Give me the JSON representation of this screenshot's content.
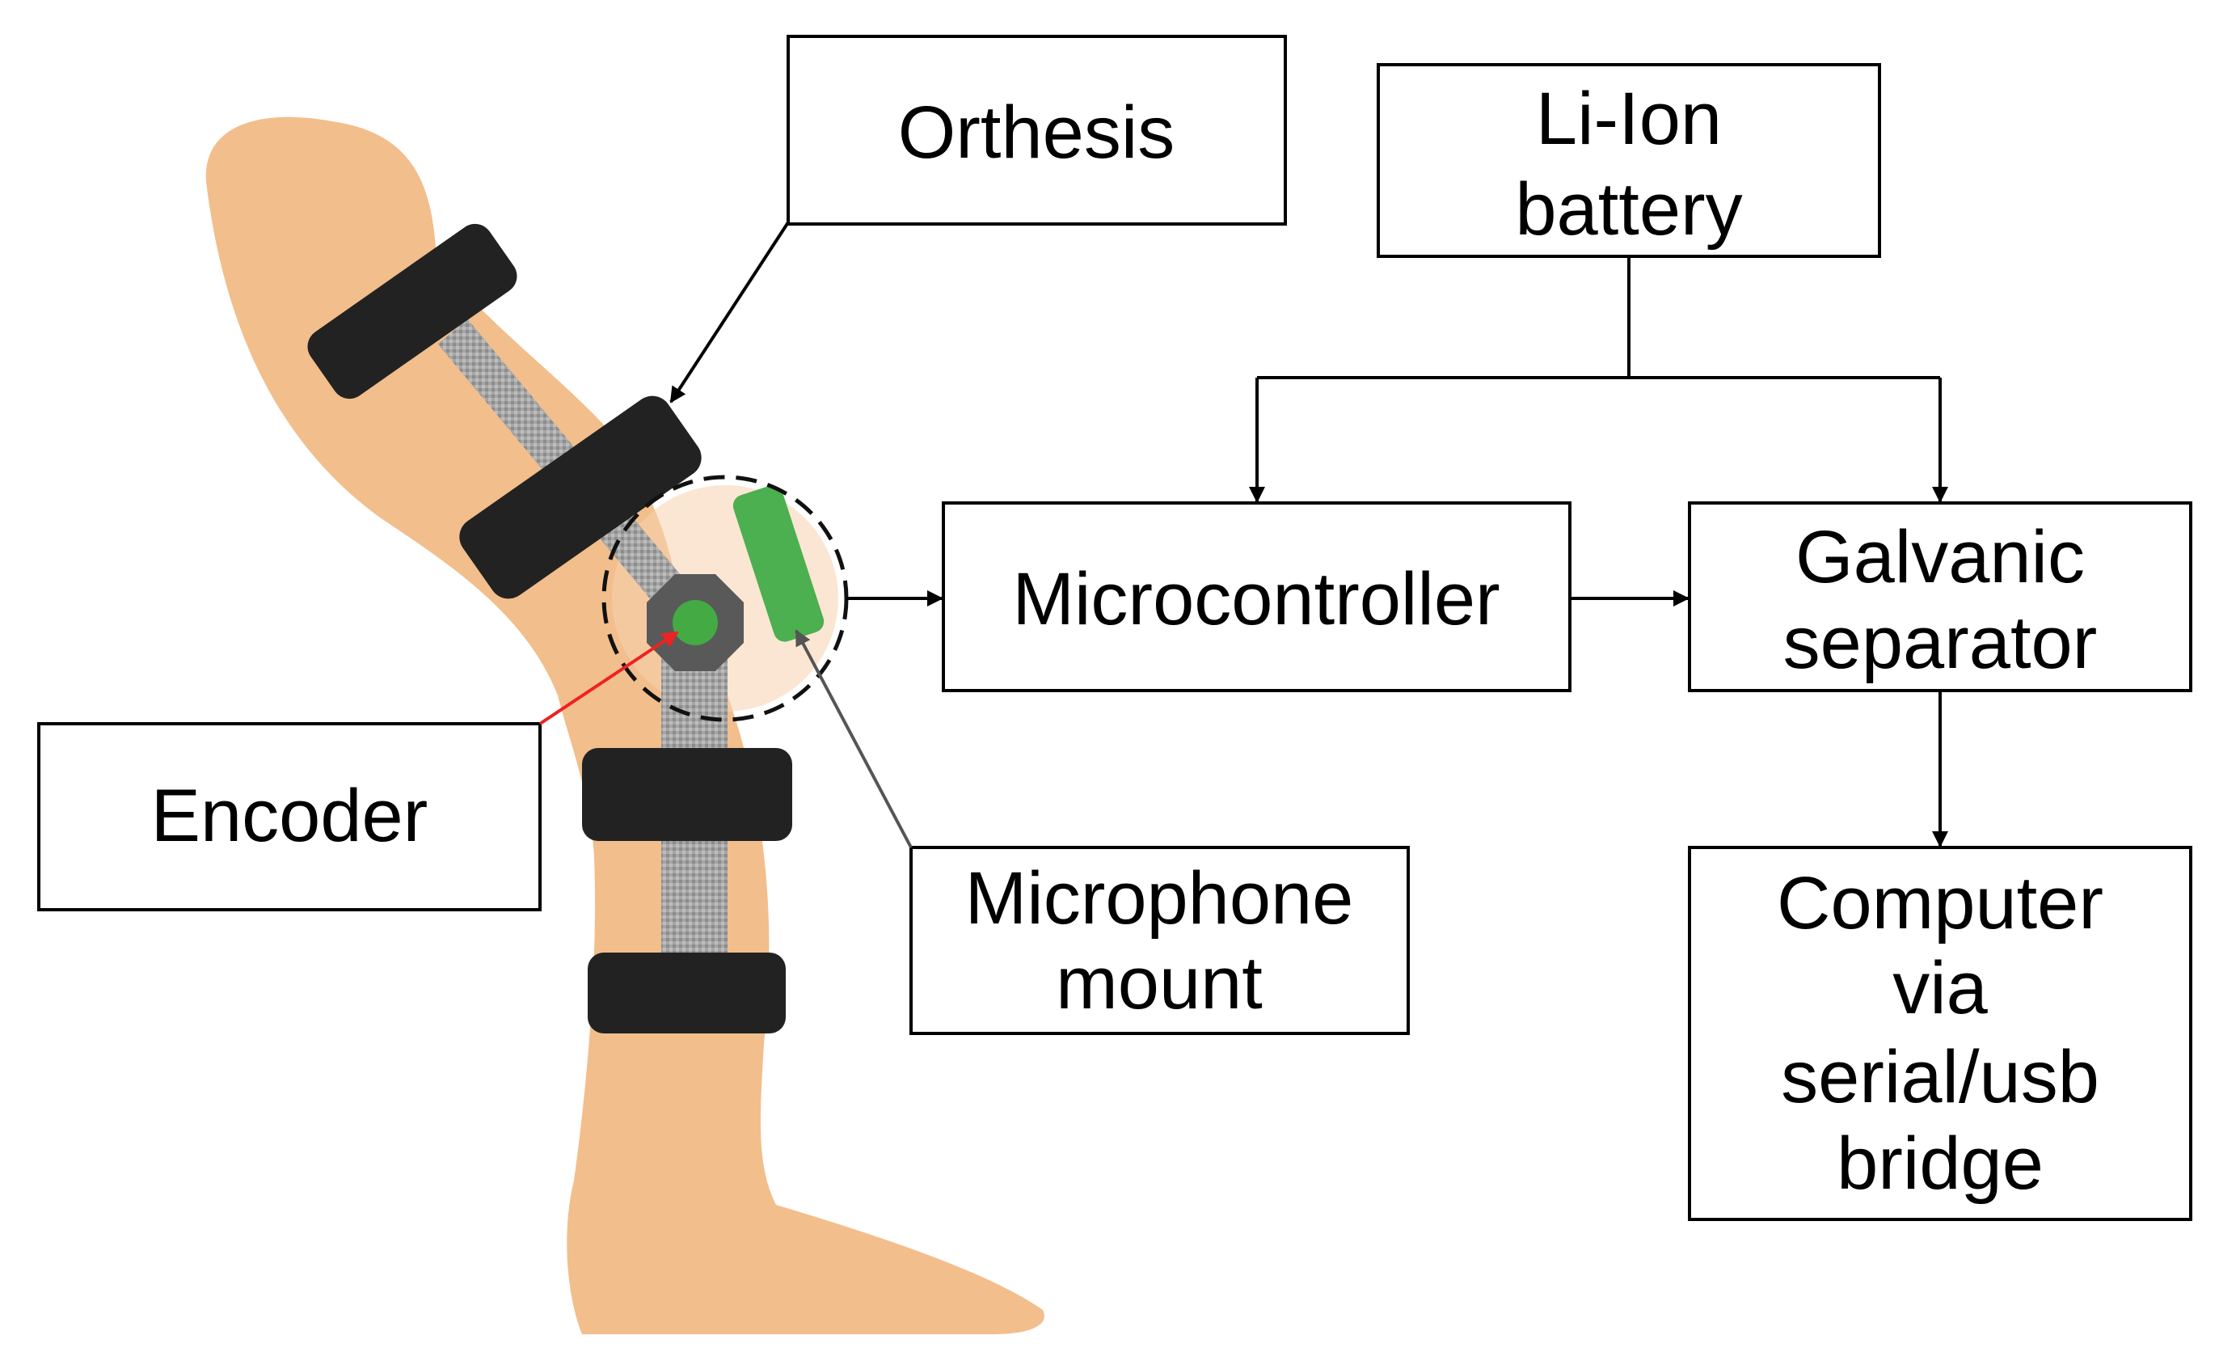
{
  "labels": {
    "orthesis": "Orthesis",
    "encoder": "Encoder",
    "microphone_mount": [
      "Microphone",
      "mount"
    ],
    "battery": [
      "Li-Ion",
      "battery"
    ],
    "microcontroller": "Microcontroller",
    "galvanic_separator": [
      "Galvanic",
      "separator"
    ],
    "computer": [
      "Computer",
      "via",
      "serial/usb",
      "bridge"
    ]
  },
  "colors": {
    "skin": "#F2BE8C",
    "skin_highlight": "#F7D2AE",
    "strap": "#222222",
    "rod": "#A6A6A6",
    "hinge": "#595959",
    "encoder_dot": "#44AA44",
    "microphone": "#4CAF50",
    "encoder_arrow": "#EE2222",
    "microphone_arrow": "#555555"
  }
}
